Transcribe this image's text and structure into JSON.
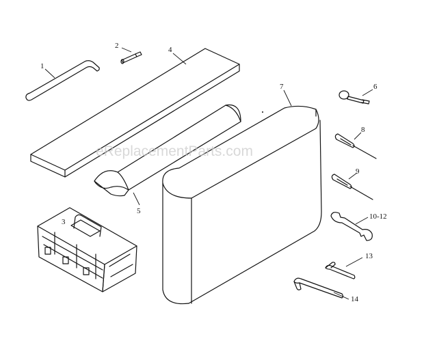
{
  "watermark": "eReplacementParts.com",
  "callouts": {
    "c1": "1",
    "c2": "2",
    "c3": "3",
    "c4": "4",
    "c5": "5",
    "c6": "6",
    "c7": "7",
    "c8": "8",
    "c9": "9",
    "c10": "10-12",
    "c13": "13",
    "c14": "14"
  },
  "parts": {
    "p1": "hex-key-long-icon",
    "p2": "pin-icon",
    "p3": "toolbox-icon",
    "p4": "board-icon",
    "p5": "curved-pad-icon",
    "p6": "key-icon",
    "p7": "sanding-belt-icon",
    "p8": "screwdriver-phillips-icon",
    "p9": "screwdriver-icon",
    "p10": "wrench-icon",
    "p13": "hex-key-small-icon",
    "p14": "hex-key-medium-icon"
  }
}
